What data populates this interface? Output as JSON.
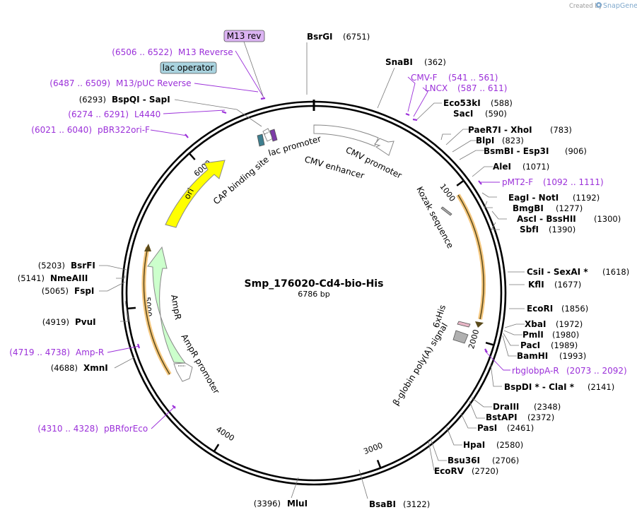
{
  "credit": {
    "prefix": "Created by",
    "brand": "SnapGene"
  },
  "plasmid": {
    "name": "Smp_176020-Cd4-bio-His",
    "size_label": "6786 bp",
    "length": 6786
  },
  "ticks": [
    {
      "pos": 1000,
      "label": "1000"
    },
    {
      "pos": 2000,
      "label": "2000"
    },
    {
      "pos": 3000,
      "label": "3000"
    },
    {
      "pos": 4000,
      "label": "4000"
    },
    {
      "pos": 5000,
      "label": "5000"
    },
    {
      "pos": 6000,
      "label": "6000"
    }
  ],
  "enzymes": [
    {
      "name": "BsrGI",
      "pos_text": "(6751)",
      "bp": 6751
    },
    {
      "name": "SnaBI",
      "pos_text": "(362)",
      "bp": 362
    },
    {
      "name": "Eco53kI",
      "pos_text": "(588)",
      "bp": 588
    },
    {
      "name": "SacI",
      "pos_text": "(590)",
      "bp": 590
    },
    {
      "name": "PaeR7I - XhoI",
      "pos_text": "(783)",
      "bp": 783
    },
    {
      "name": "BlpI",
      "pos_text": "(823)",
      "bp": 823
    },
    {
      "name": "BsmBI - Esp3I",
      "pos_text": "(906)",
      "bp": 906
    },
    {
      "name": "AleI",
      "pos_text": "(1071)",
      "bp": 1071
    },
    {
      "name": "EagI - NotI",
      "pos_text": "(1192)",
      "bp": 1192
    },
    {
      "name": "BmgBI",
      "pos_text": "(1277)",
      "bp": 1277
    },
    {
      "name": "AscI - BssHII",
      "pos_text": "(1300)",
      "bp": 1300
    },
    {
      "name": "SbfI",
      "pos_text": "(1390)",
      "bp": 1390
    },
    {
      "name": "CsiI - SexAI *",
      "pos_text": "(1618)",
      "bp": 1618
    },
    {
      "name": "KflI",
      "pos_text": "(1677)",
      "bp": 1677
    },
    {
      "name": "EcoRI",
      "pos_text": "(1856)",
      "bp": 1856
    },
    {
      "name": "XbaI",
      "pos_text": "(1972)",
      "bp": 1972
    },
    {
      "name": "PmlI",
      "pos_text": "(1980)",
      "bp": 1980
    },
    {
      "name": "PacI",
      "pos_text": "(1989)",
      "bp": 1989
    },
    {
      "name": "BamHI",
      "pos_text": "(1993)",
      "bp": 1993
    },
    {
      "name": "BspDI * - ClaI *",
      "pos_text": "(2141)",
      "bp": 2141
    },
    {
      "name": "DraIII",
      "pos_text": "(2348)",
      "bp": 2348
    },
    {
      "name": "BstAPI",
      "pos_text": "(2372)",
      "bp": 2372
    },
    {
      "name": "PasI",
      "pos_text": "(2461)",
      "bp": 2461
    },
    {
      "name": "HpaI",
      "pos_text": "(2580)",
      "bp": 2580
    },
    {
      "name": "Bsu36I",
      "pos_text": "(2706)",
      "bp": 2706
    },
    {
      "name": "EcoRV",
      "pos_text": "(2720)",
      "bp": 2720
    },
    {
      "name": "BsaBI",
      "pos_text": "(3122)",
      "bp": 3122
    },
    {
      "name": "MluI",
      "pos_text": "(3396)",
      "bp": 3396
    },
    {
      "name": "XmnI",
      "pos_text": "(4688)",
      "bp": 4688
    },
    {
      "name": "PvuI",
      "pos_text": "(4919)",
      "bp": 4919
    },
    {
      "name": "FspI",
      "pos_text": "(5065)",
      "bp": 5065
    },
    {
      "name": "NmeAIII",
      "pos_text": "(5141)",
      "bp": 5141
    },
    {
      "name": "BsrFI",
      "pos_text": "(5203)",
      "bp": 5203
    },
    {
      "name": "BspQI - SapI",
      "pos_text": "(6293)",
      "bp": 6293
    }
  ],
  "primers": [
    {
      "name": "M13 rev",
      "boxed": true
    },
    {
      "name": "M13 Reverse",
      "range": "(6506 .. 6522)"
    },
    {
      "name": "M13/pUC Reverse",
      "range": "(6487 .. 6509)"
    },
    {
      "name": "L4440",
      "range": "(6274 .. 6291)"
    },
    {
      "name": "pBR322ori-F",
      "range": "(6021 .. 6040)"
    },
    {
      "name": "CMV-F",
      "range": "(541 .. 561)"
    },
    {
      "name": "LNCX",
      "range": "(587 .. 611)"
    },
    {
      "name": "pMT2-F",
      "range": "(1092 .. 1111)"
    },
    {
      "name": "rbglobpA-R",
      "range": "(2073 .. 2092)"
    },
    {
      "name": "Amp-R",
      "range": "(4719 .. 4738)"
    },
    {
      "name": "pBRforEco",
      "range": "(4310 .. 4328)"
    }
  ],
  "boxed_features": [
    {
      "name": "lac operator"
    }
  ],
  "features": [
    {
      "name": "CMV enhancer",
      "type": "enhancer"
    },
    {
      "name": "CMV promoter",
      "type": "promoter"
    },
    {
      "name": "lac promoter",
      "type": "promoter"
    },
    {
      "name": "CAP binding site",
      "type": "protein_bind"
    },
    {
      "name": "ori",
      "type": "rep_origin",
      "color": "#ffff00"
    },
    {
      "name": "AmpR",
      "type": "CDS",
      "color": "#ccffcc"
    },
    {
      "name": "AmpR promoter",
      "type": "promoter"
    },
    {
      "name": "Kozak sequence",
      "type": "misc"
    },
    {
      "name": "6xHis",
      "type": "tag"
    },
    {
      "name": "β-globin poly(A) signal",
      "type": "polyA"
    }
  ],
  "colors": {
    "primer": "#9b30d9",
    "ori": "#ffff00",
    "ampr": "#ccffcc",
    "orf_outline": "#f5c77e",
    "backbone": "#000000"
  }
}
